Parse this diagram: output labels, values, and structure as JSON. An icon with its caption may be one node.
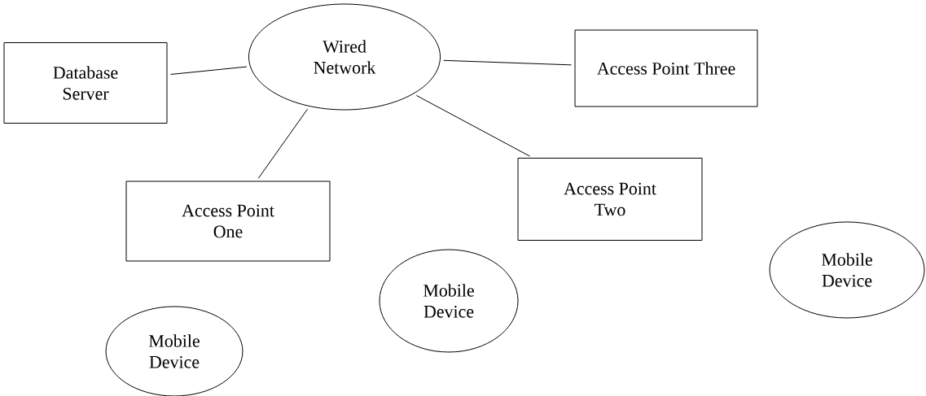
{
  "diagram": {
    "nodes": [
      {
        "text": [
          "Database Server"
        ]
      },
      {
        "text": [
          "Wired Network"
        ]
      },
      {
        "text": [
          "Access Point Three"
        ]
      },
      {
        "text": [
          "Access Point One"
        ]
      },
      {
        "text": [
          "Access Point Two"
        ]
      },
      {
        "text": [
          "Mobile Device"
        ]
      },
      {
        "text": [
          "Mobile Device"
        ]
      },
      {
        "text": [
          "Mobile Device"
        ]
      }
    ],
    "edges": [
      {
        "from": 0,
        "to": 1,
        "arrow": "none"
      },
      {
        "from": 1,
        "to": 2,
        "arrow": "none"
      },
      {
        "from": 1,
        "to": 3,
        "arrow": "none"
      },
      {
        "from": 1,
        "to": 4,
        "arrow": "none"
      }
    ]
  }
}
